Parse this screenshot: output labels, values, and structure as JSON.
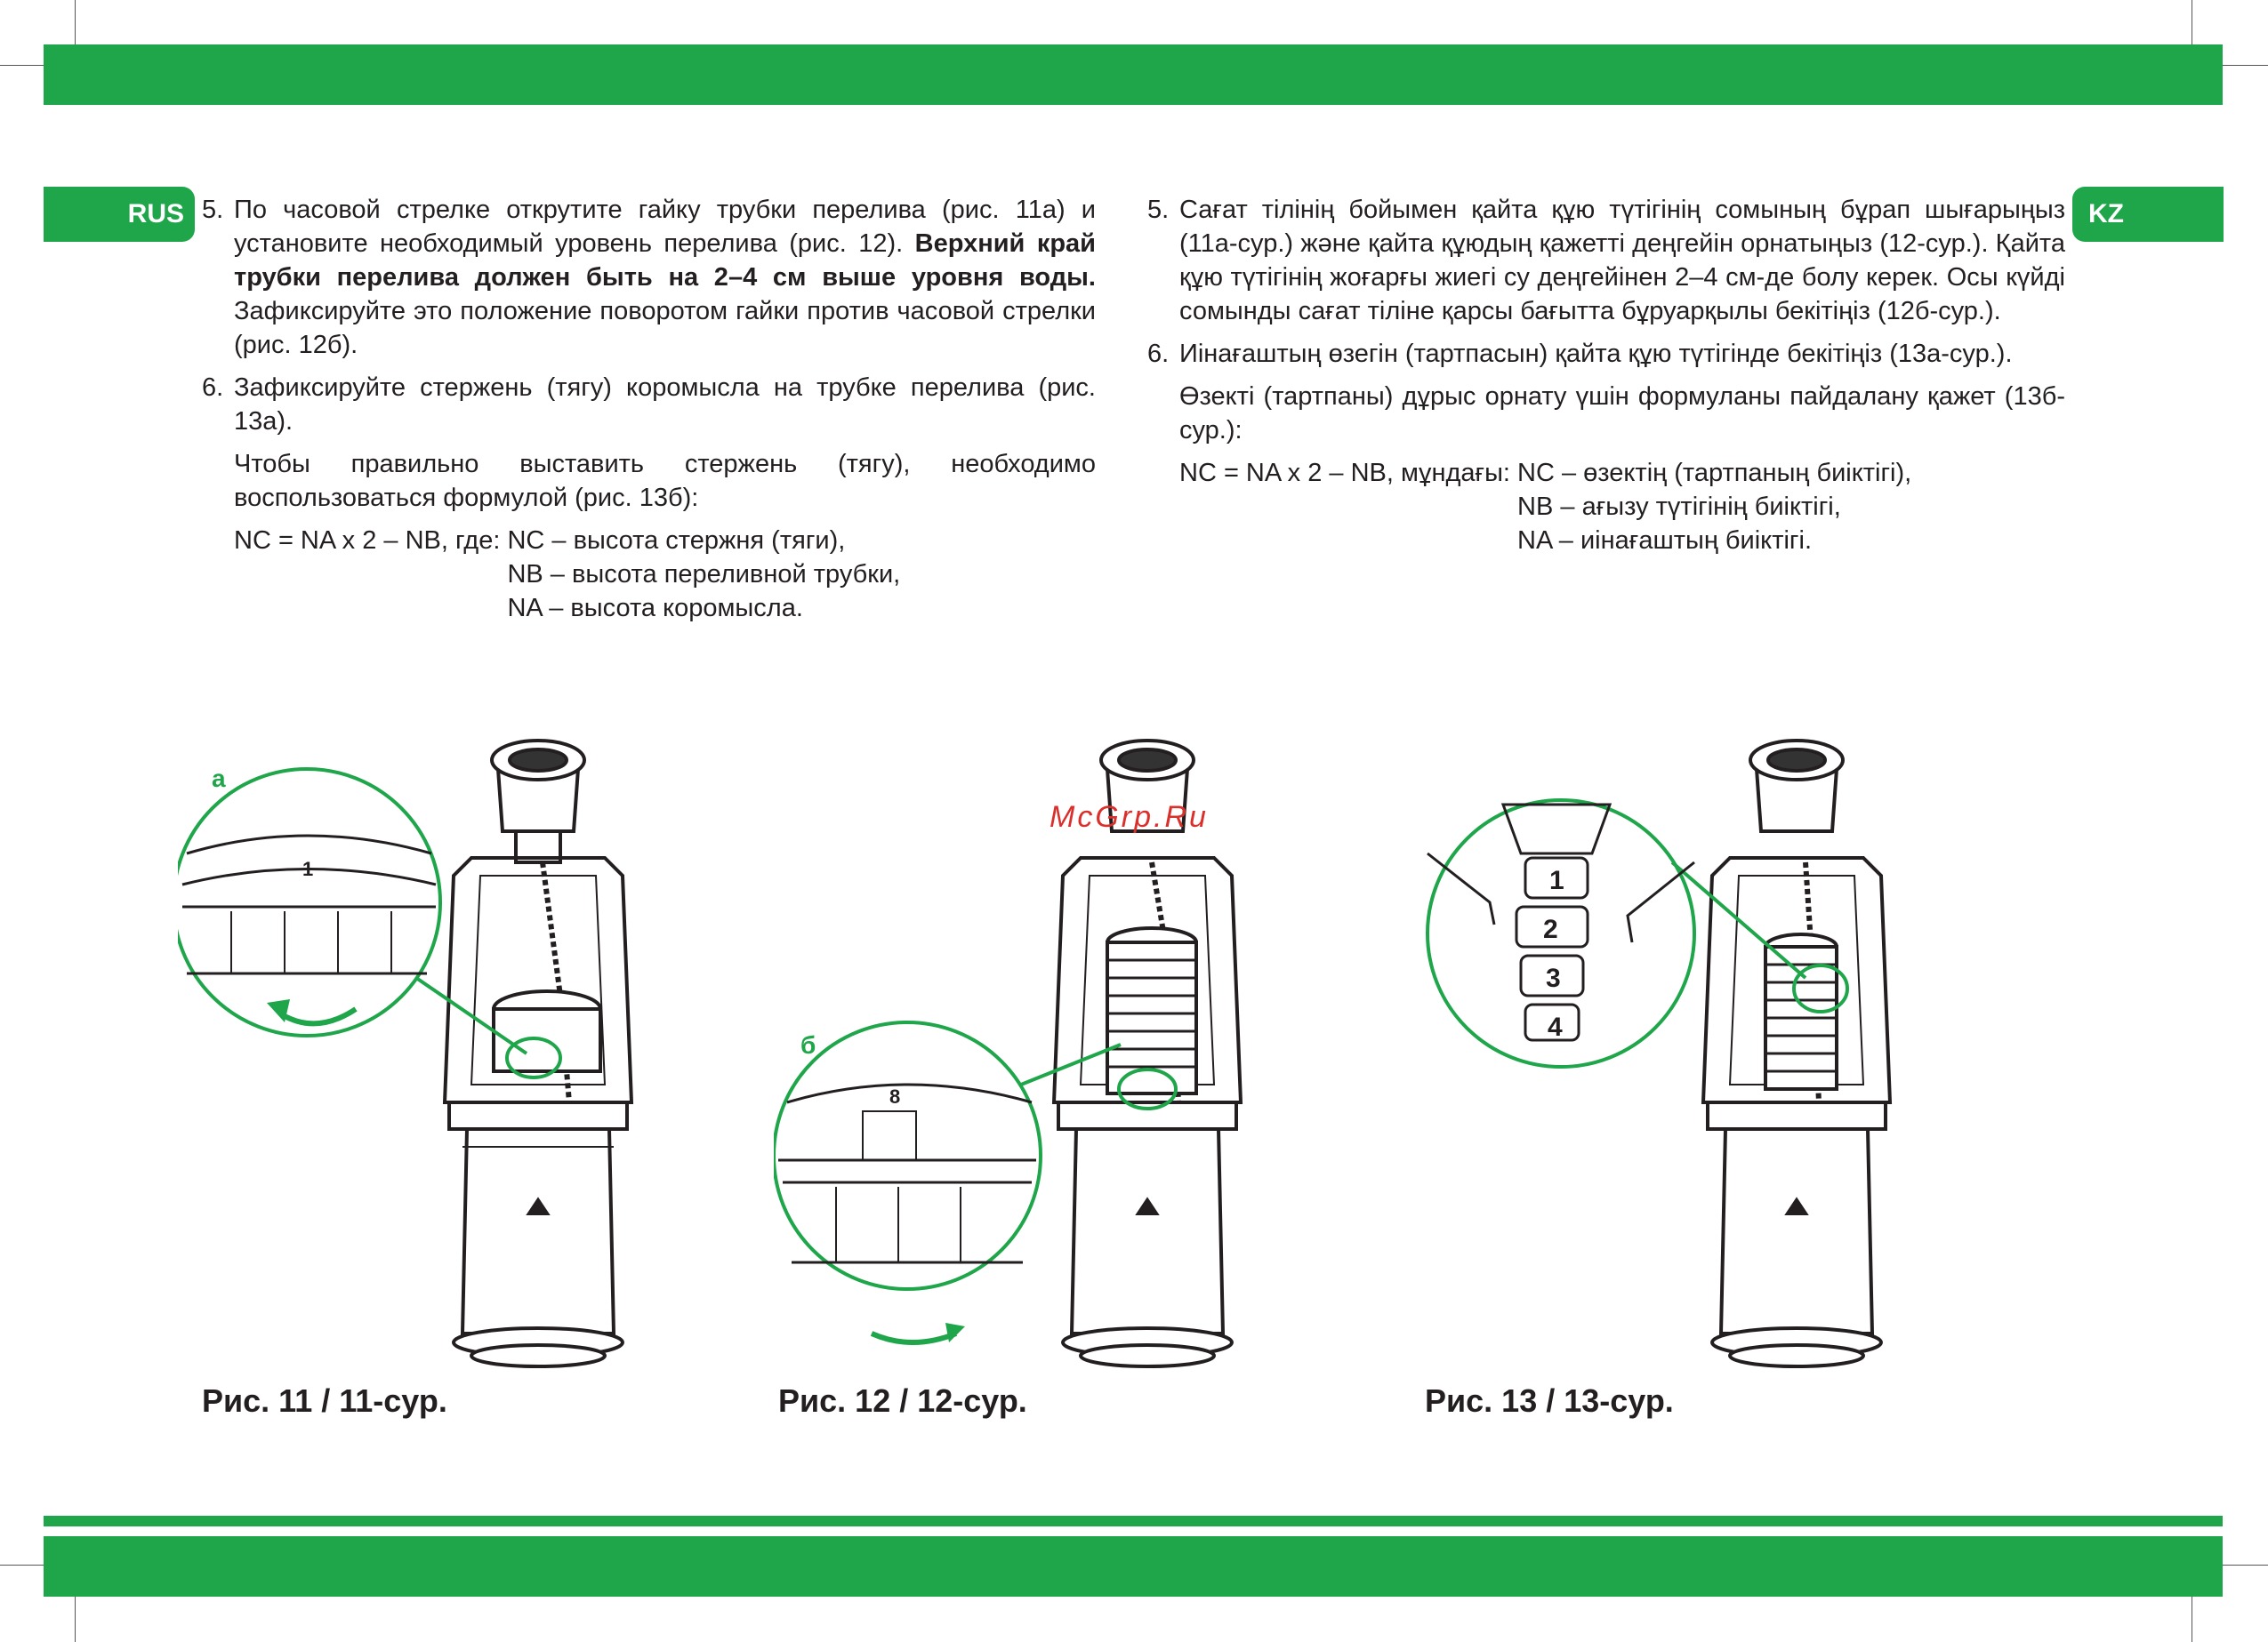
{
  "tabs": {
    "rus": "RUS",
    "kz": "KZ"
  },
  "rus": {
    "item5_num": "5.",
    "item5_a": "По часовой стрелке открутите гайку трубки перелива (рис. 11а) и установите необходимый уровень перелива (рис. 12). ",
    "item5_b": "Верхний край трубки перелива должен быть на 2–4 см выше уровня воды.",
    "item5_c": " Зафиксируйте это положение поворотом гайки против часовой стрелки (рис. 12б).",
    "item6_num": "6.",
    "item6": "Зафиксируйте стержень (тягу) коромысла на трубке перелива (рис. 13а).",
    "para": "Чтобы правильно выставить стержень (тягу), необходимо воспользоваться формулой (рис. 13б):",
    "formula_lead": "NC = NA x 2 – NB, где: ",
    "formula_1": "NC – высота стержня (тяги),",
    "formula_2": "NB – высота переливной трубки,",
    "formula_3": "NA – высота коромысла."
  },
  "kz": {
    "item5_num": "5.",
    "item5": "Сағат тілінің бойымен қайта құю түтігінің сомының бұрап шығарыңыз (11а-сур.) және қайта құюдың қажетті деңгейін орнатыңыз (12-сур.). Қайта құю түтігінің жоғарғы жиегі су деңгейінен 2–4 см-де болу керек. Осы күйді сомынды сағат тіліне қарсы бағытта бұруарқылы бекітіңіз (12б-сур.).",
    "item6_num": "6.",
    "item6": "Иінағаштың өзегін (тартпасын) қайта құю түтігінде бекітіңіз (13а-сур.).",
    "para": "Өзекті (тартпаны) дұрыс орнату үшін формуланы пайдалану қажет (13б-сур.):",
    "formula_lead": "NC = NA x 2 – NB, мұндағы: ",
    "formula_1": "NC – өзектің (тартпаның биіктігі),",
    "formula_2": "NB – ағызу түтігінің биіктігі,",
    "formula_3": "NA – иінағаштың биіктігі."
  },
  "figures": {
    "fig11": {
      "caption": "Рис. 11 / 11-сур.",
      "letter": "а",
      "mark": "1"
    },
    "fig12": {
      "caption": "Рис. 12 / 12-сур.",
      "letter": "б",
      "mark": "8"
    },
    "fig13": {
      "caption": "Рис. 13 / 13-сур.",
      "marks": [
        "1",
        "2",
        "3",
        "4"
      ]
    }
  },
  "watermark": "McGrp.Ru",
  "colors": {
    "accent": "#1fa64a",
    "text": "#231f20",
    "watermark": "#d9302c"
  }
}
